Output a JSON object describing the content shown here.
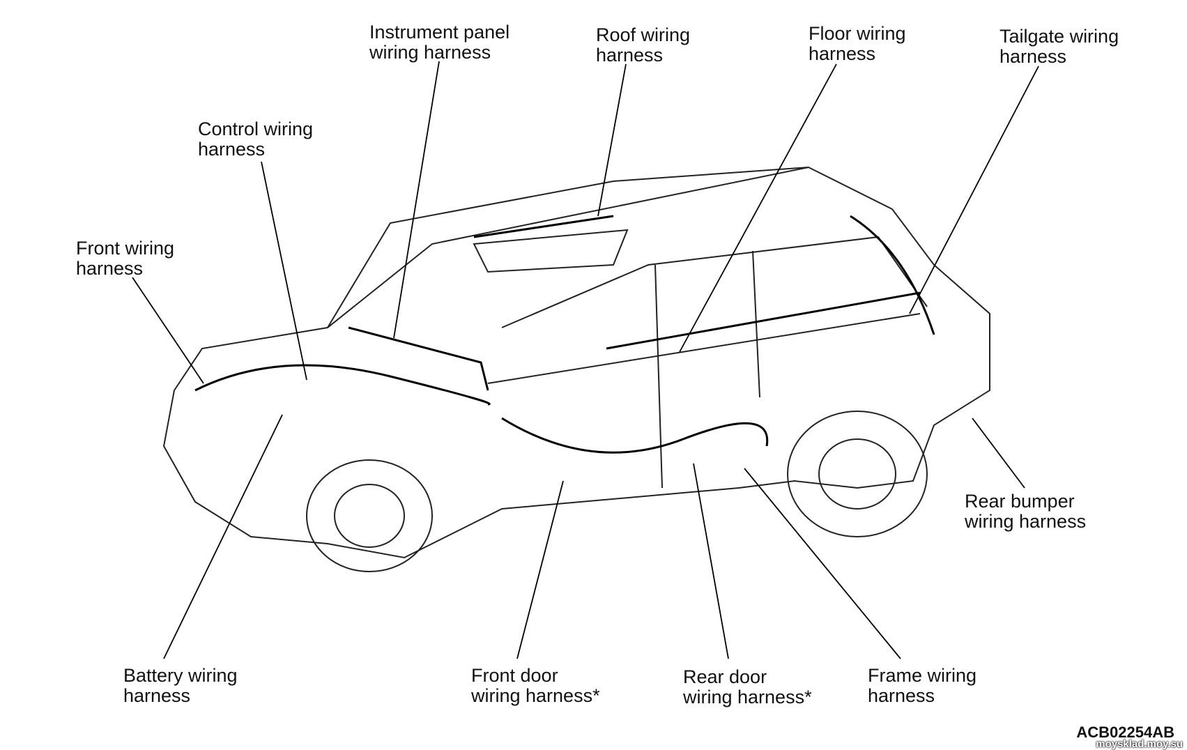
{
  "diagram": {
    "labels": {
      "instrument_panel": "Instrument panel\nwiring harness",
      "roof": "Roof wiring\nharness",
      "floor": "Floor wiring\nharness",
      "tailgate": "Tailgate wiring\nharness",
      "control": "Control wiring\nharness",
      "front": "Front wiring\nharness",
      "rear_bumper": "Rear bumper\nwiring harness",
      "battery": "Battery wiring\nharness",
      "front_door": "Front door\nwiring harness*",
      "rear_door": "Rear door\nwiring harness*",
      "frame": "Frame wiring\nharness"
    },
    "figure_code": "ACB02254AB",
    "watermark": "moysklad.moy.su"
  }
}
